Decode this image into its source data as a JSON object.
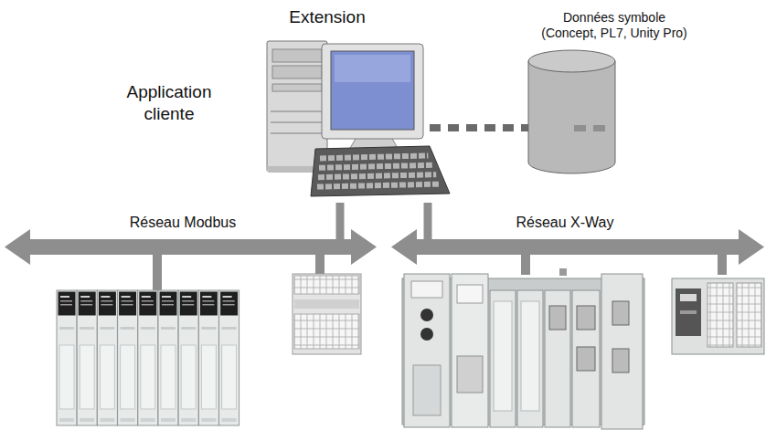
{
  "diagram": {
    "nodes": [
      {
        "text": [
          "Extension",
          "Application cliente"
        ]
      },
      {
        "text": [
          "Données symbole (Concept, PL7, Unity Pro)"
        ]
      },
      {
        "text": [
          "Réseau Modbus"
        ]
      },
      {
        "text": [
          "Réseau X-Way"
        ]
      }
    ],
    "edges": [
      {
        "from": 0,
        "to": 1,
        "arrow": "none"
      },
      {
        "from": 0,
        "to": 2,
        "arrow": "none"
      },
      {
        "from": 0,
        "to": 3,
        "arrow": "none"
      }
    ]
  }
}
